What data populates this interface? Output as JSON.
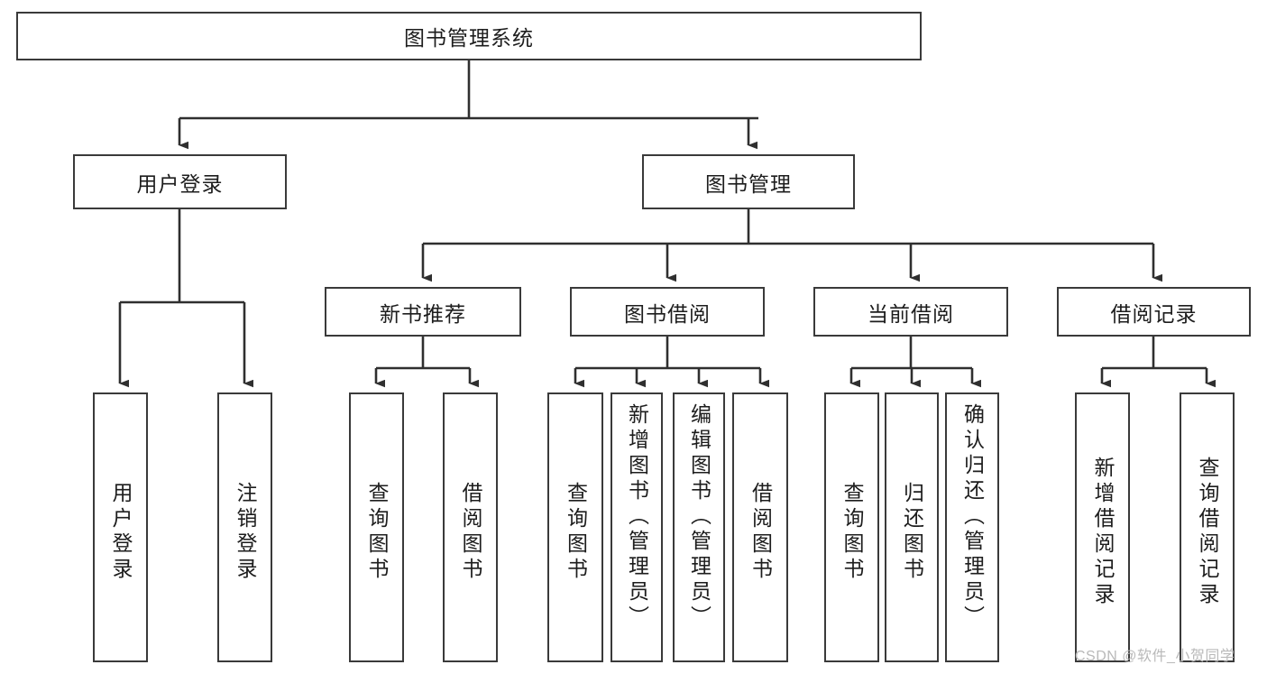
{
  "diagram": {
    "title": "图书管理系统",
    "type": "tree-hierarchy-chart",
    "root": {
      "label": "图书管理系统"
    },
    "level2": [
      {
        "label": "用户登录"
      },
      {
        "label": "图书管理"
      }
    ],
    "level3": [
      {
        "label": "新书推荐"
      },
      {
        "label": "图书借阅"
      },
      {
        "label": "当前借阅"
      },
      {
        "label": "借阅记录"
      }
    ],
    "leaves": {
      "user_login": [
        {
          "label": "用户登录"
        },
        {
          "label": "注销登录"
        }
      ],
      "new_book_recommend": [
        {
          "label": "查询图书"
        },
        {
          "label": "借阅图书"
        }
      ],
      "book_borrow": [
        {
          "label": "查询图书"
        },
        {
          "label": "新增图书（管理员）"
        },
        {
          "label": "编辑图书（管理员）"
        },
        {
          "label": "借阅图书"
        }
      ],
      "current_borrow": [
        {
          "label": "查询图书"
        },
        {
          "label": "归还图书"
        },
        {
          "label": "确认归还（管理员）"
        }
      ],
      "borrow_record": [
        {
          "label": "新增借阅记录"
        },
        {
          "label": "查询借阅记录"
        }
      ]
    }
  },
  "watermark": {
    "text": "CSDN @软件_小贺同学"
  },
  "colors": {
    "box_border": "#3a3a3a",
    "box_fill": "#ffffff",
    "text": "#1d1d1d",
    "edge": "#2f2f2f",
    "watermark": "#b9b9b9"
  }
}
